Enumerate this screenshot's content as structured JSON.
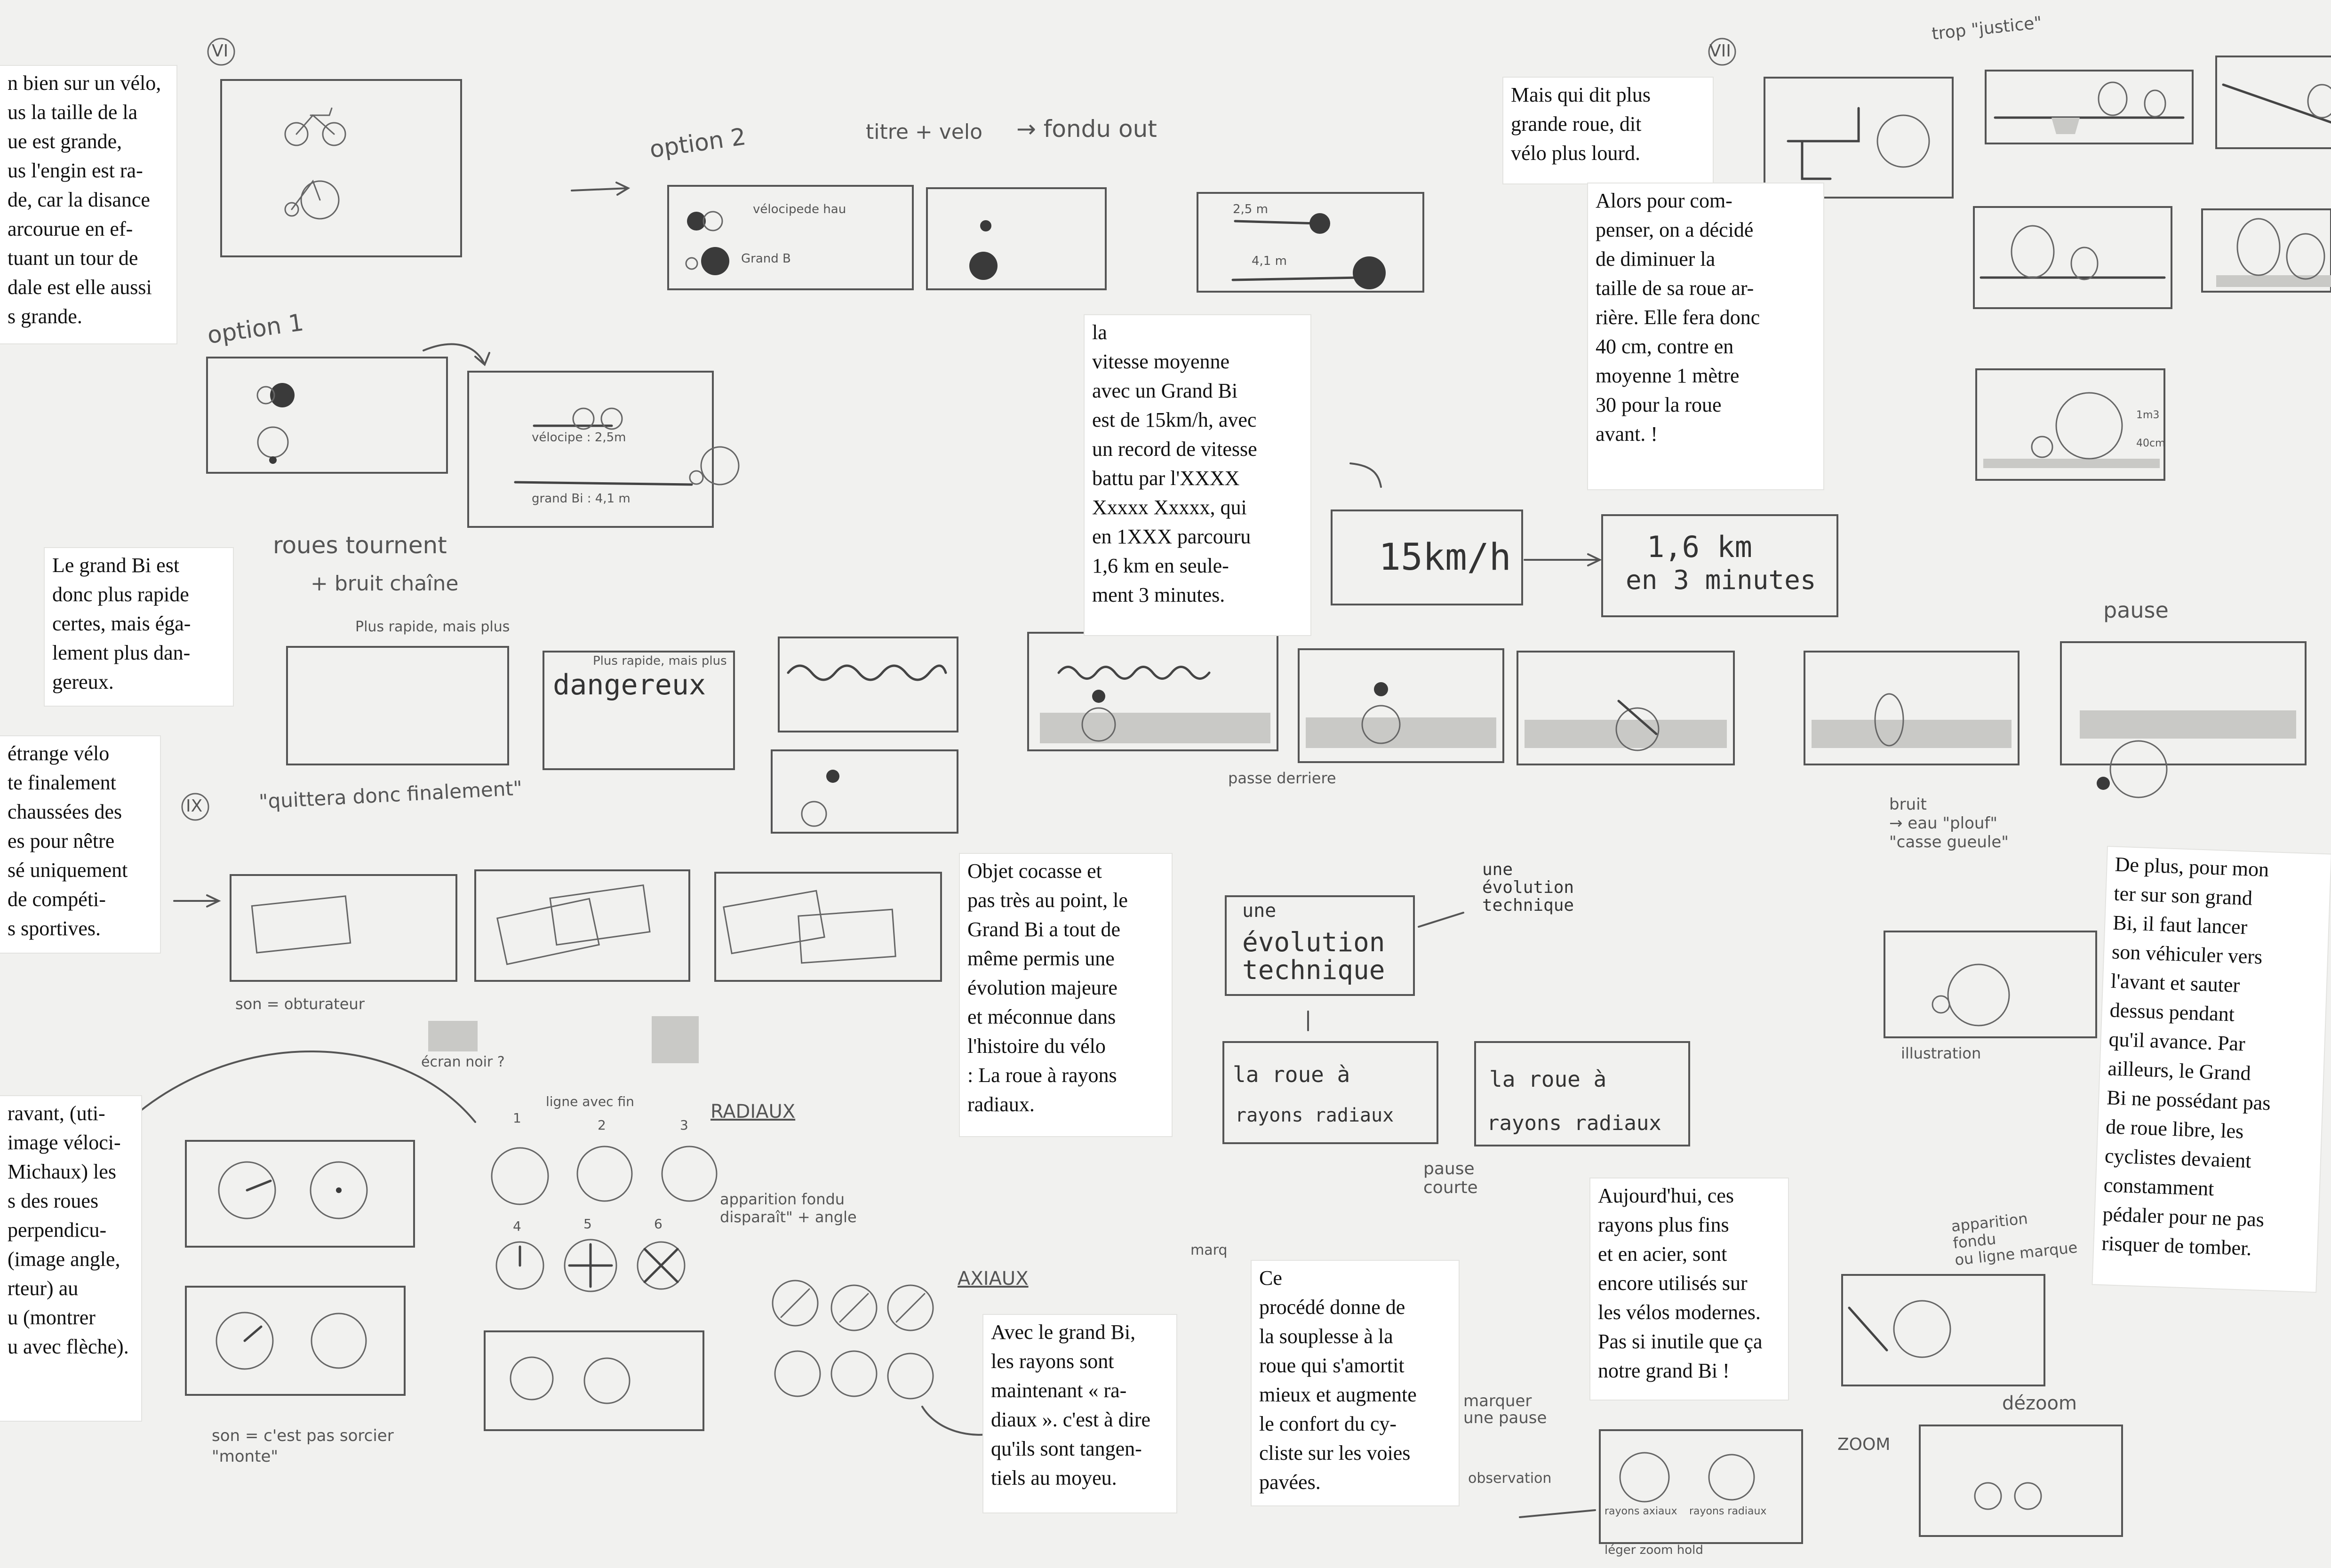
{
  "panel_numbers": [
    "VI",
    "VII",
    "IX"
  ],
  "cards": {
    "c1": "n bien sur un vélo,\nus la taille de la\nue est grande,\nus l'engin est ra-\nde, car la disance\narcourue en ef-\ntuant un tour de\ndale est elle aussi\ns grande.",
    "c2": "Le grand Bi est\ndonc plus rapide\ncertes, mais éga-\nlement plus dan-\ngereux.",
    "c3": "étrange vélo\nte finalement\nchaussées des\nes pour nêtre\nsé uniquement\nde compéti-\ns sportives.",
    "c4": "ravant, (uti-\nimage véloci-\nMichaux) les\ns des roues\nperpendicu-\n(image angle,\nrteur) au\nu (montrer\nu avec flèche).",
    "c5": "la\nvitesse moyenne\navec un Grand Bi\nest de 15km/h, avec\nun record de vitesse\nbattu par l'XXXX\nXxxxx Xxxxx, qui\nen 1XXX parcouru\n1,6 km en seule-\nment 3 minutes.",
    "c6": "Mais qui dit plus\ngrande roue, dit\nvélo plus lourd.",
    "c7": "Alors pour com-\npenser, on a décidé\nde diminuer la\ntaille de sa roue ar-\nrière. Elle fera donc\n40 cm, contre en\nmoyenne 1 mètre\n30 pour la roue\navant. !",
    "c8": "Objet cocasse et\npas très au point, le\nGrand Bi a tout de\nmême permis une\névolution majeure\net méconnue dans\nl'histoire du vélo\n: La roue à rayons\nradiaux.",
    "c9": "Avec le grand Bi,\nles rayons sont\nmaintenant « ra-\ndiaux ». c'est à dire\nqu'ils sont tangen-\ntiels au moyeu.",
    "c10": "Ce\nprocédé donne de\nla souplesse à la\nroue qui s'amortit\nmieux et augmente\nle confort du cy-\ncliste sur les voies\npavées.",
    "c11": "Aujourd'hui, ces\nrayons plus fins\net en acier, sont\nencore utilisés sur\nles vélos modernes.\nPas si inutile que ça\nnotre grand Bi !",
    "c12": "De plus, pour mon\nter sur son grand\nBi, il faut lancer\nson véhiculer vers\nl'avant et sauter\ndessus pendant\nqu'il avance. Par\nailleurs, le Grand\nBi ne possédant pas\nde roue libre, les\ncyclistes devaient\nconstamment\npédaler pour ne pas\nrisquer de tomber."
  },
  "notes": {
    "option2": "option 2",
    "titre_velo": "titre + velo",
    "fondu": "→ fondu out",
    "option1": "option 1",
    "velocipede": "vélocipede hau",
    "grand_b": "Grand B",
    "v_25": "2,5 m",
    "v_41": "4,1 m",
    "vel_25": "vélocipe : 2,5m",
    "gbi_41": "grand Bi : 4,1 m",
    "roues": "roues tournent",
    "chaine": "+ bruit chaîne",
    "plus_rapide": "Plus rapide, mais plus",
    "plus_rapide2": "Plus rapide, mais plus",
    "dangereux": "dangereux",
    "passe": "passe derriere",
    "quittera": "\"quittera donc finalement\"",
    "trop_justice": "trop \"justice\"",
    "pause": "pause",
    "bruit": "bruit\n→ eau \"plouf\"\n\"casse gueule\"",
    "son_obt": "son = obturateur",
    "ecran_noir": "écran noir ?",
    "speed": "15km/h",
    "dist": "1,6 km",
    "time": "en 3 minutes",
    "une": "une",
    "evolution": "évolution\ntechnique",
    "evo_small": "une\névolution\ntechnique",
    "la_roue_a": "la roue à",
    "rayons": "rayons radiaux",
    "la_roue_a2": "la roue à",
    "rayons2": "rayons radiaux",
    "pause_courte": "pause\ncourte",
    "illustration": "illustration",
    "ligne": "ligne avec fin",
    "radiaux": "RADIAUX",
    "axiaux": "AXIAUX",
    "apparition": "apparition fondu\ndisparaît\"  + angle",
    "son_pas": "son = c'est pas sorcier\n\"monte\"",
    "marq": "marq",
    "marquer": "marquer\nune pause",
    "observation": "observation",
    "rayons_axiaux": "rayons axiaux",
    "rayons_radiaux": "rayons radiaux",
    "zoom": "ZOOM",
    "dezoom": "dézoom",
    "apparition2": "apparition\nfondu\nou ligne marque",
    "leger": "léger zoom hold",
    "one": "1",
    "two": "2",
    "three": "3",
    "four": "4",
    "five": "5",
    "six": "6",
    "m_16": "1m3",
    "m_04": "40cm"
  }
}
